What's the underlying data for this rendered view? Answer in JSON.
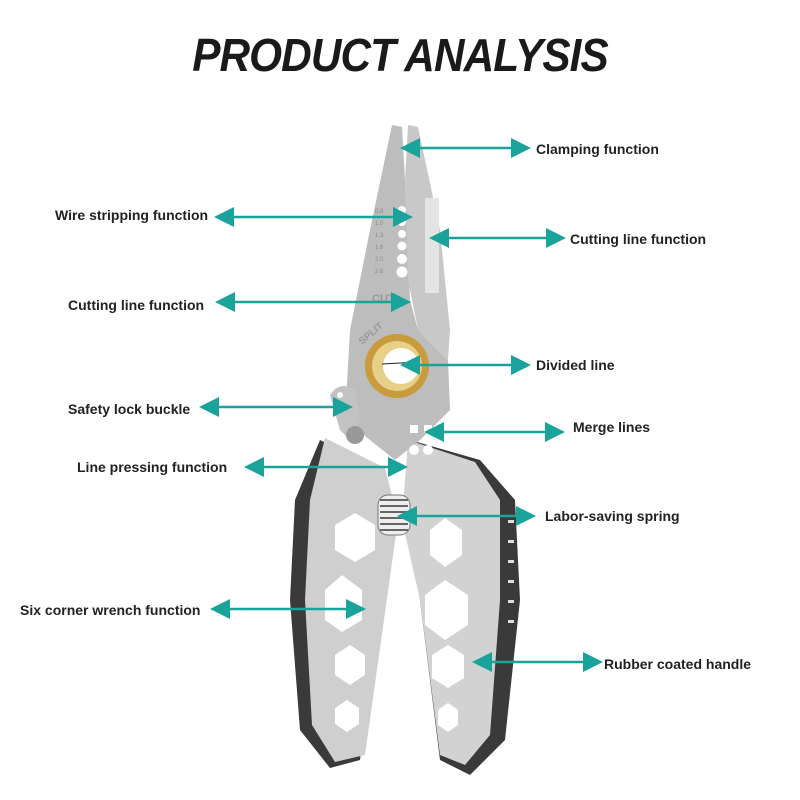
{
  "title": "PRODUCT ANALYSIS",
  "arrow_color": "#1aa39a",
  "labels": {
    "clamping": "Clamping function",
    "wire_stripping": "Wire stripping function",
    "cutting_right": "Cutting line function",
    "cutting_left": "Cutting line function",
    "divided": "Divided line",
    "safety_lock": "Safety lock buckle",
    "merge": "Merge lines",
    "line_pressing": "Line pressing function",
    "spring": "Labor-saving spring",
    "wrench": "Six corner wrench function",
    "rubber": "Rubber coated handle"
  },
  "tool_markings": {
    "cut": "CUT",
    "split": "SPLIT",
    "sizes": [
      "0.8",
      "1.0",
      "1.3",
      "1.6",
      "2.0",
      "2.6"
    ]
  }
}
